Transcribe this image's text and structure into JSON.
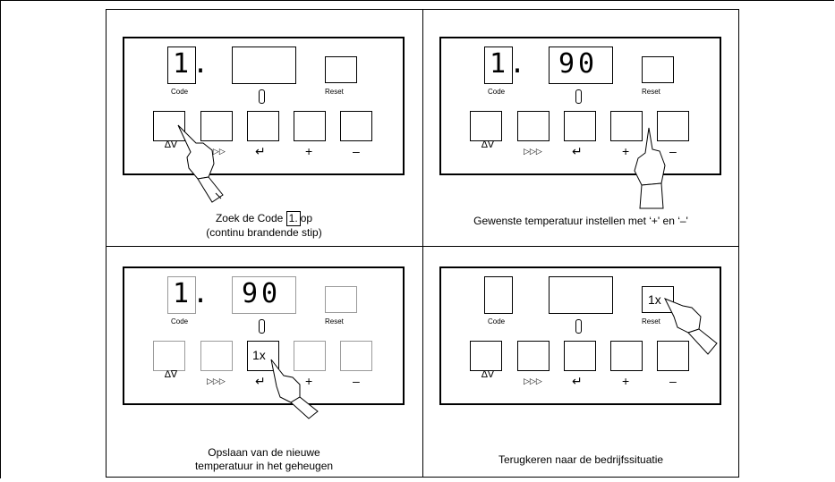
{
  "labels": {
    "code": "Code",
    "reset": "Reset"
  },
  "panels": [
    {
      "code_display": "1.",
      "temp_display": "",
      "caption_line1_pre": "Zoek de Code",
      "caption_code": "1.",
      "caption_line1_post": "op",
      "caption_line2": "(continu brandende stip)"
    },
    {
      "code_display": "1.",
      "temp_display": "90",
      "caption_line1": "Gewenste temperatuur instellen met ‘+' en ‘–'"
    },
    {
      "code_display": "1.",
      "temp_display": "90",
      "press_label": "1x",
      "caption_line1": "Opslaan van de nieuwe",
      "caption_line2": "temperatuur in het geheugen"
    },
    {
      "code_display": "",
      "temp_display": "",
      "press_label": "1x",
      "caption_line1": "Terugkeren naar de bedrijfssituatie"
    }
  ],
  "buttons": {
    "select": "∆∇",
    "next": "▷▷▷",
    "enter": "↵",
    "plus": "+",
    "minus": "–"
  },
  "icons": [
    "thermometer-icon",
    "pointing-hand-icon"
  ]
}
